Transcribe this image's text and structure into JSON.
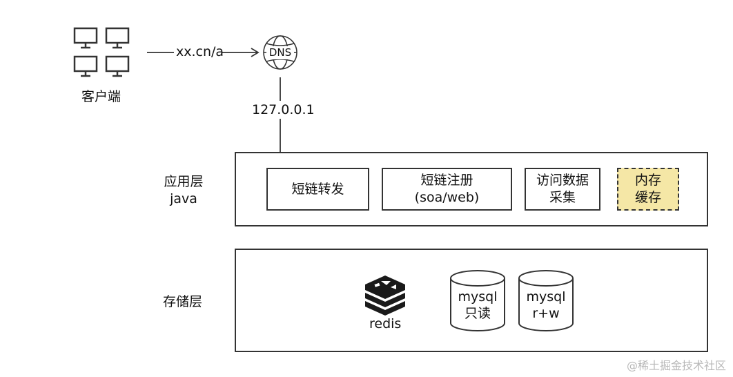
{
  "client": {
    "label": "客户端"
  },
  "request": {
    "url": "xx.cn/a",
    "dns_label": "DNS",
    "resolved_ip": "127.0.0.1"
  },
  "app_layer": {
    "label_line1": "应用层",
    "label_line2": "java",
    "components": [
      {
        "line1": "短链转发",
        "line2": ""
      },
      {
        "line1": "短链注册",
        "line2": "(soa/web)"
      },
      {
        "line1": "访问数据",
        "line2": "采集"
      },
      {
        "line1": "内存",
        "line2": "缓存"
      }
    ]
  },
  "storage_layer": {
    "label": "存储层",
    "redis_label": "redis",
    "databases": [
      {
        "line1": "mysql",
        "line2": "只读"
      },
      {
        "line1": "mysql",
        "line2": "r+w"
      }
    ]
  },
  "colors": {
    "stroke": "#333333",
    "cache_fill": "#f5e7a6",
    "watermark": "#b8b8b8"
  },
  "watermark": "@稀土掘金技术社区"
}
